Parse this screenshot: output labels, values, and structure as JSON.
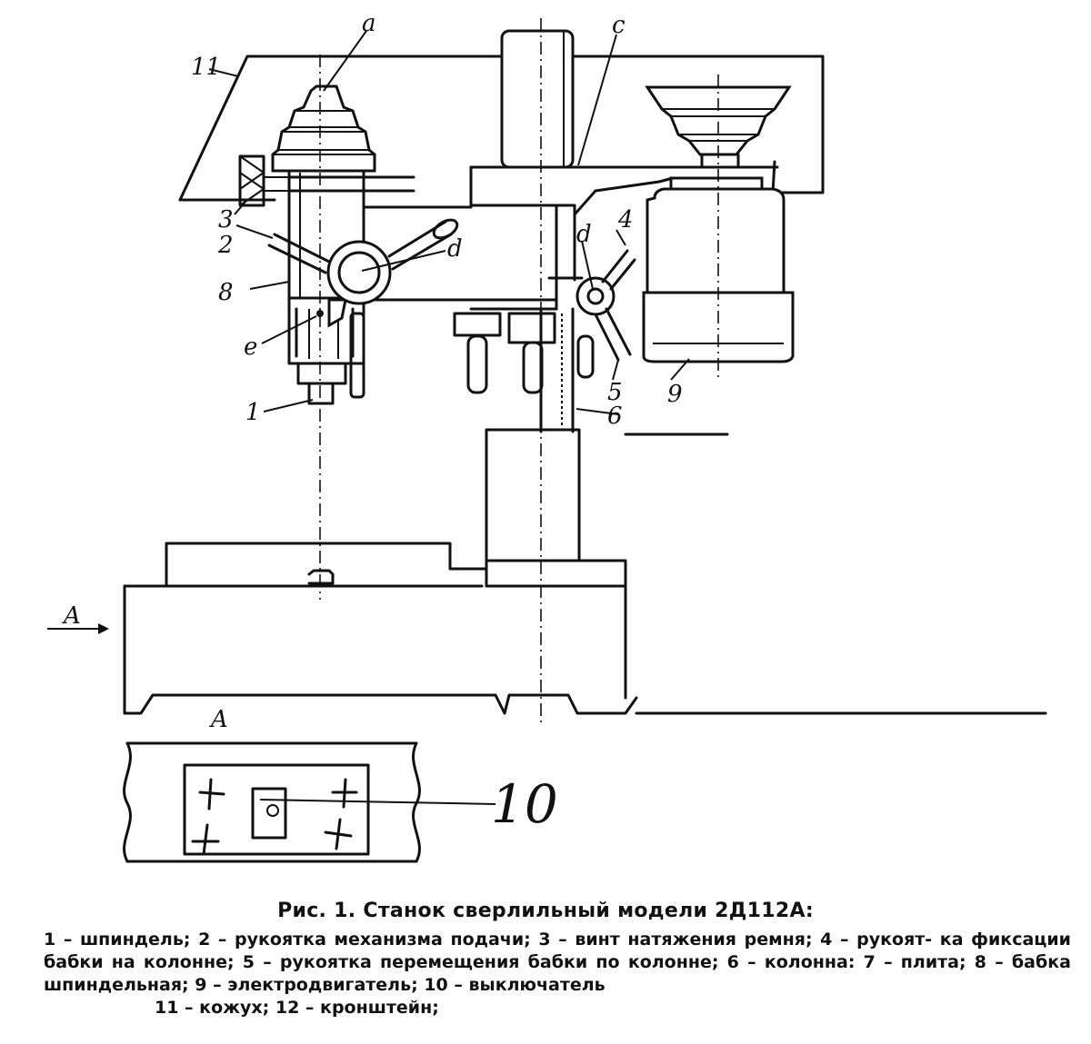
{
  "figure": {
    "title": "Рис. 1. Станок сверлильный модели 2Д112А:",
    "legend_lines": [
      "1 – шпиндель; 2 – рукоятка механизма подачи; 3 – винт натяжения ремня; 4 – рукоят-",
      "ка фиксации бабки на колонне; 5 – рукоятка перемещения бабки по колонне; 6 –",
      "колонна: 7 – плита; 8 – бабка шпиндельная; 9 – электродвигатель; 10 – выключатель",
      "11 – кожух; 12 – кронштейн;"
    ]
  },
  "callouts": {
    "a": "a",
    "c": "c",
    "d_head": "d",
    "d_column": "d",
    "e": "e",
    "n1": "1",
    "n2": "2",
    "n3": "3",
    "n4": "4",
    "n5": "5",
    "n6": "6",
    "n8": "8",
    "n9": "9",
    "n10": "10",
    "n11": "11",
    "view_arrow": "A",
    "view_label": "A"
  }
}
